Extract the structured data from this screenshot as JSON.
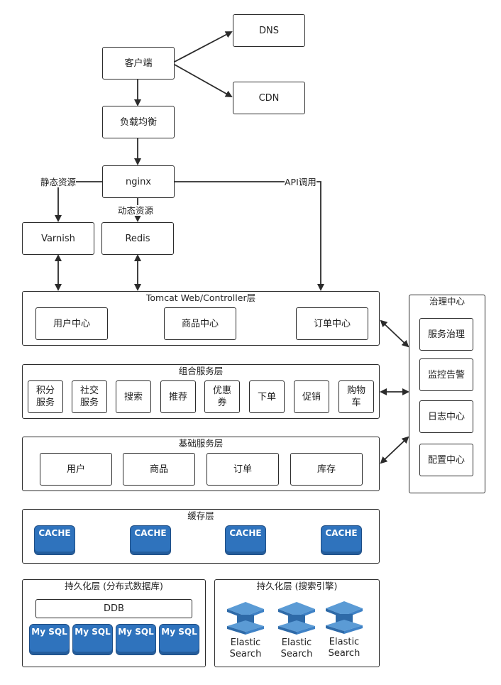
{
  "nodes": {
    "client": "客户端",
    "dns": "DNS",
    "cdn": "CDN",
    "lb": "负载均衡",
    "nginx": "nginx",
    "varnish": "Varnish",
    "redis": "Redis"
  },
  "edge_labels": {
    "static": "静态资源",
    "dynamic": "动态资源",
    "api": "API调用"
  },
  "tomcat": {
    "title": "Tomcat Web/Controller层",
    "items": [
      "用户中心",
      "商品中心",
      "订单中心"
    ]
  },
  "combo": {
    "title": "组合服务层",
    "items": [
      "积分\n服务",
      "社交\n服务",
      "搜索",
      "推荐",
      "优惠\n券",
      "下单",
      "促销",
      "购物\n车"
    ]
  },
  "base": {
    "title": "基础服务层",
    "items": [
      "用户",
      "商品",
      "订单",
      "库存"
    ]
  },
  "governance": {
    "title": "治理中心",
    "items": [
      "服务治理",
      "监控告警",
      "日志中心",
      "配置中心"
    ]
  },
  "cache_layer": {
    "title": "缓存层",
    "items": [
      "CACHE",
      "CACHE",
      "CACHE",
      "CACHE"
    ]
  },
  "persist_db": {
    "title": "持久化层 (分布式数据库)",
    "ddb": "DDB",
    "items": [
      "My SQL",
      "My SQL",
      "My SQL",
      "My SQL"
    ]
  },
  "persist_search": {
    "title": "持久化层 (搜索引擎)",
    "items": [
      "Elastic\nSearch",
      "Elastic\nSearch",
      "Elastic\nSearch"
    ]
  },
  "colors": {
    "line": "#2b2b2b",
    "db_blue": "#2f73bd",
    "es_light": "#5b9bd5",
    "es_dark": "#2e6aa8"
  },
  "icons": {
    "cache": "cache-cylinder-icon",
    "mysql": "mysql-cylinder-icon",
    "elastic": "elasticsearch-stack-icon"
  }
}
